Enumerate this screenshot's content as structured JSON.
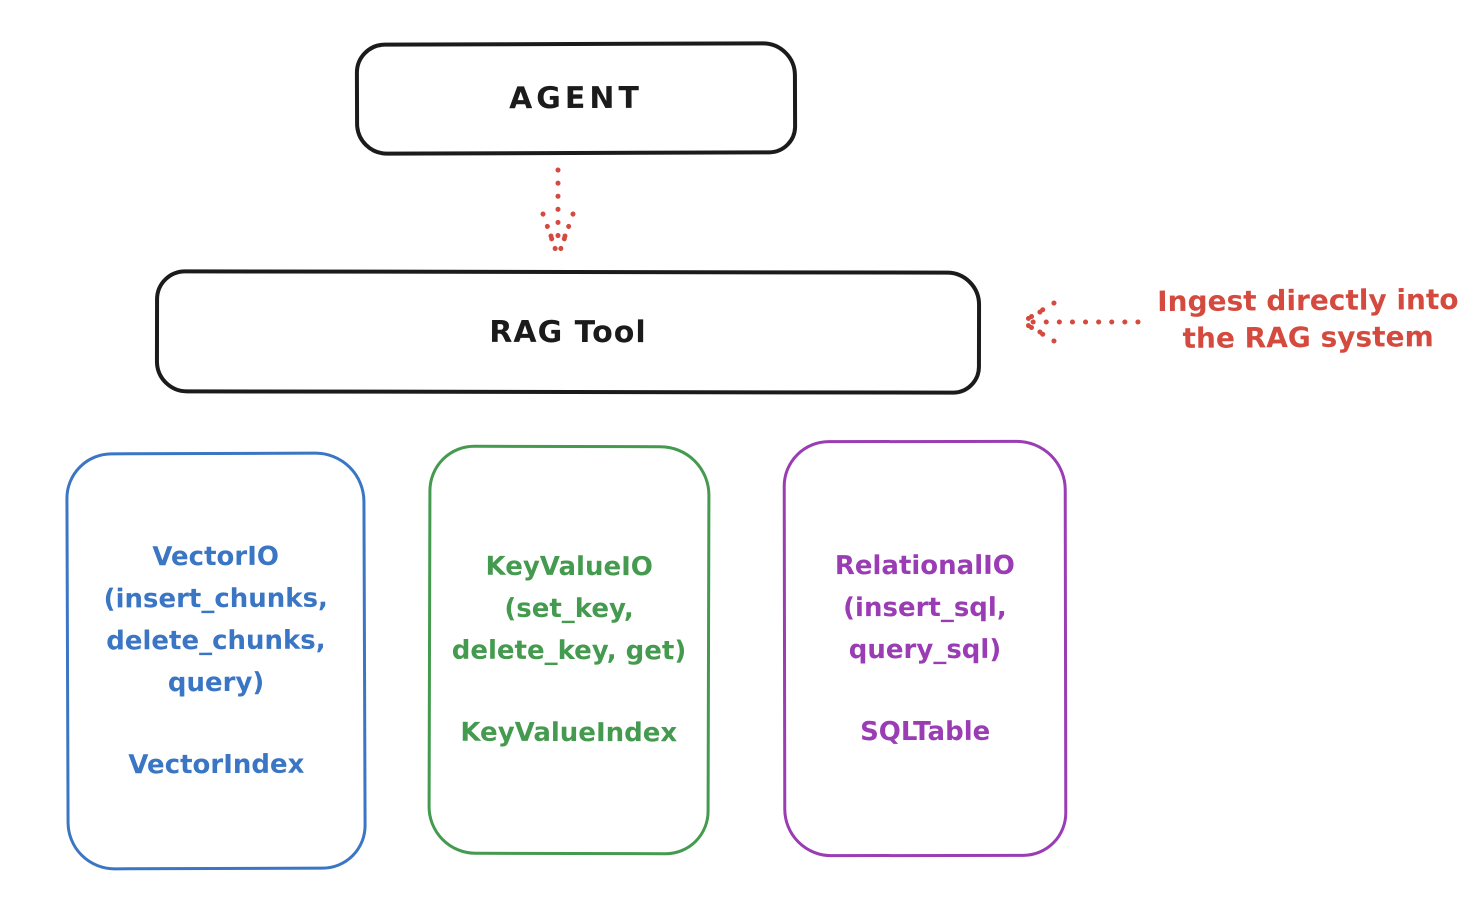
{
  "diagram": {
    "background": "#ffffff",
    "agent_box": {
      "label": "AGENT",
      "border_color": "#1b1b1b"
    },
    "rag_box": {
      "label": "RAG Tool",
      "border_color": "#1b1b1b"
    },
    "annotation": {
      "line1": "Ingest directly into",
      "line2": "the RAG system",
      "color": "#d44a3e"
    },
    "arrows": [
      {
        "id": "agent-to-rag-arrow",
        "from": "agent_box",
        "to": "rag_box",
        "style": "dotted",
        "direction": "down",
        "color": "#d44a3e"
      },
      {
        "id": "ingest-arrow",
        "from": "annotation",
        "to": "rag_box",
        "style": "dotted",
        "direction": "left",
        "color": "#d44a3e"
      }
    ],
    "io_boxes": [
      {
        "id": "vector-io",
        "color": "#3a76c4",
        "lines": [
          "VectorIO",
          "(insert_chunks,",
          "delete_chunks,",
          "query)"
        ],
        "index_label": "VectorIndex"
      },
      {
        "id": "keyvalue-io",
        "color": "#449a4e",
        "lines": [
          "KeyValueIO",
          "(set_key,",
          "delete_key, get)"
        ],
        "index_label": "KeyValueIndex"
      },
      {
        "id": "relational-io",
        "color": "#9a3db4",
        "lines": [
          "RelationalIO",
          "(insert_sql,",
          "query_sql)"
        ],
        "index_label": "SQLTable"
      }
    ]
  }
}
